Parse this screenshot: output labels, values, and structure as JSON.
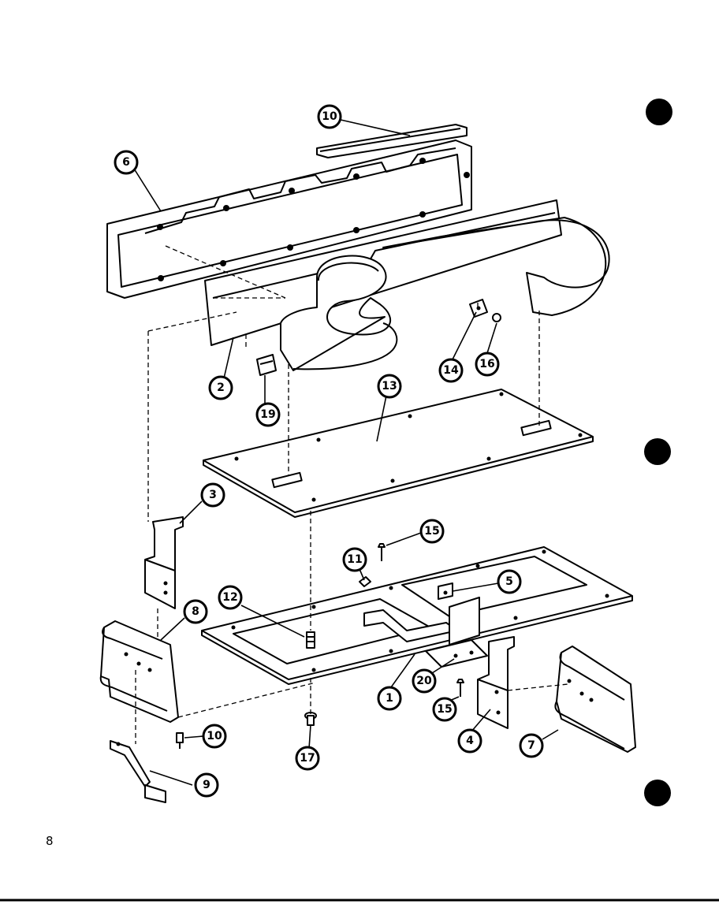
{
  "page_number": "8",
  "callouts": [
    {
      "id": "c10top",
      "label": "10"
    },
    {
      "id": "c6",
      "label": "6"
    },
    {
      "id": "c2",
      "label": "2"
    },
    {
      "id": "c19",
      "label": "19"
    },
    {
      "id": "c13",
      "label": "13"
    },
    {
      "id": "c14",
      "label": "14"
    },
    {
      "id": "c16",
      "label": "16"
    },
    {
      "id": "c3",
      "label": "3"
    },
    {
      "id": "c15top",
      "label": "15"
    },
    {
      "id": "c11",
      "label": "11"
    },
    {
      "id": "c5",
      "label": "5"
    },
    {
      "id": "c12",
      "label": "12"
    },
    {
      "id": "c8",
      "label": "8"
    },
    {
      "id": "c1",
      "label": "1"
    },
    {
      "id": "c20",
      "label": "20"
    },
    {
      "id": "c15bot",
      "label": "15"
    },
    {
      "id": "c4",
      "label": "4"
    },
    {
      "id": "c7",
      "label": "7"
    },
    {
      "id": "c10bot",
      "label": "10"
    },
    {
      "id": "c17",
      "label": "17"
    },
    {
      "id": "c9",
      "label": "9"
    }
  ]
}
